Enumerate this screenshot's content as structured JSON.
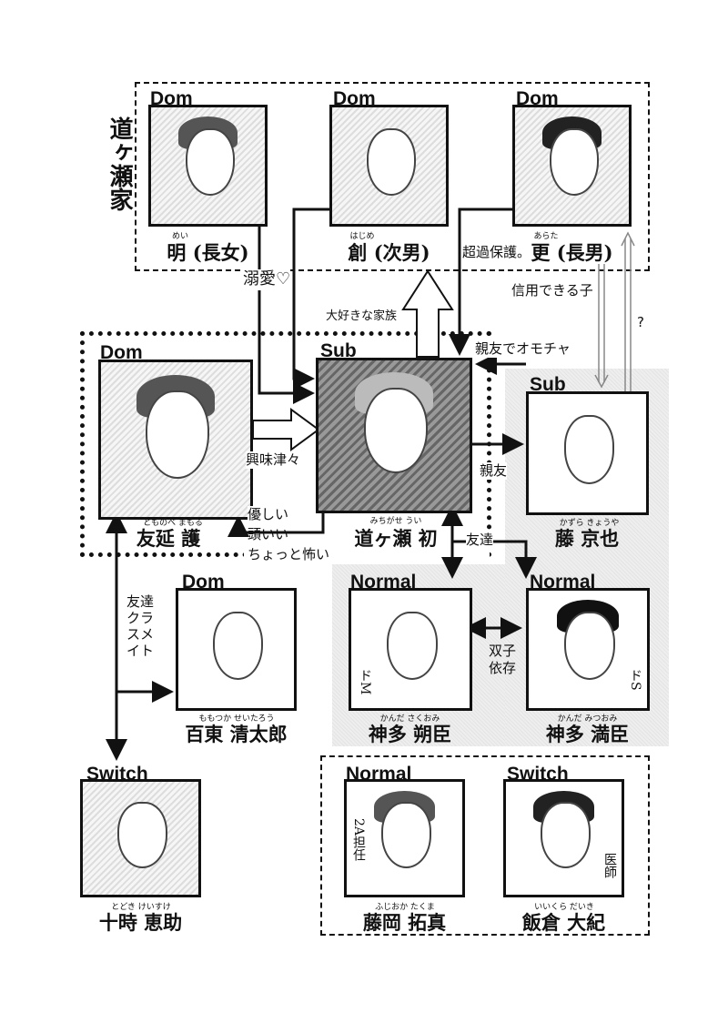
{
  "family_label": "道ヶ瀬家",
  "characters": {
    "mei": {
      "role": "Dom",
      "ruby": "めい",
      "name": "明 (長女)"
    },
    "hajime": {
      "role": "Dom",
      "ruby": "はじめ",
      "name": "創 (次男)"
    },
    "arata": {
      "role": "Dom",
      "ruby": "あらた",
      "name": "更 (長男)"
    },
    "mamoru": {
      "role": "Dom",
      "ruby": "とものべ まもる",
      "name": "友延 護"
    },
    "ui": {
      "role": "Sub",
      "ruby": "みちがせ うい",
      "name": "道ヶ瀬 初"
    },
    "kyoya": {
      "role": "Sub",
      "ruby": "かずら きょうや",
      "name": "藤 京也"
    },
    "sakuomi": {
      "role": "Normal",
      "ruby": "かんだ さくおみ",
      "name": "神多 朔臣",
      "tag": "ドM"
    },
    "mitsuomi": {
      "role": "Normal",
      "ruby": "かんだ みつおみ",
      "name": "神多 満臣",
      "tag": "ドS"
    },
    "seitaro": {
      "role": "Dom",
      "ruby": "ももつか せいたろう",
      "name": "百東 清太郎"
    },
    "keisuke": {
      "role": "Switch",
      "ruby": "とどき けいすけ",
      "name": "十時 恵助"
    },
    "takuma": {
      "role": "Normal",
      "ruby": "ふじおか たくま",
      "name": "藤岡 拓真",
      "tag": "2A担任"
    },
    "daiki": {
      "role": "Switch",
      "ruby": "いいくら だいき",
      "name": "飯倉 大紀",
      "tag": "医師"
    }
  },
  "relations": {
    "dekiai": "溺愛♡",
    "daisuki": "大好きな家族",
    "kahogo": "超過保護。",
    "shinyou": "信用できる子",
    "question": "?",
    "shinyu_omocha": "親友でオモチャ",
    "shinyu": "親友",
    "kyomi": "興味津々",
    "yasashii": "優しい",
    "atamaii": "頭いい",
    "kowai": "ちょっと怖い",
    "tomodachi": "友達",
    "futago": "双子依存",
    "classmate": "友達クラスメイト"
  }
}
